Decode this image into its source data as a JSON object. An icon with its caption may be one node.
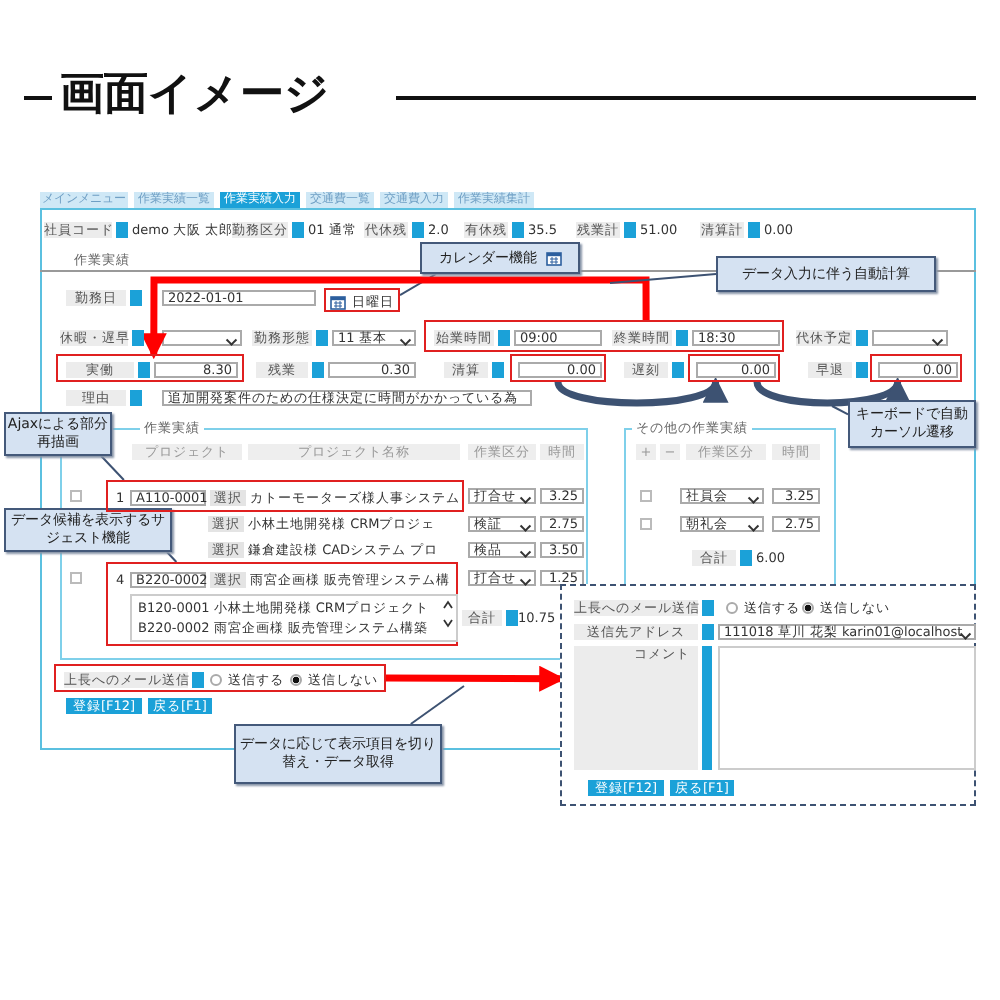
{
  "diagram": {
    "title": "画面イメージ",
    "nodes": [
      {
        "text": [
          "カレンダー機能"
        ]
      },
      {
        "text": [
          "日曜日"
        ]
      },
      {
        "text": [
          "データ入力に伴う自動計算"
        ]
      },
      {
        "text": [
          "始業時間",
          "09:00",
          "終業時間",
          "18:30"
        ]
      },
      {
        "text": [
          "実働",
          "8.30"
        ]
      },
      {
        "text": [
          "0.00"
        ]
      },
      {
        "text": [
          "0.00"
        ]
      },
      {
        "text": [
          "0.00"
        ]
      },
      {
        "text": [
          "キーボードで自動カーソル遷移"
        ]
      },
      {
        "text": [
          "Ajaxによる部分再描画"
        ]
      },
      {
        "text": [
          "1",
          "A110-0001",
          "選択",
          "カトーモーターズ様人事システム"
        ]
      },
      {
        "text": [
          "データ候補を表示するサジェスト機能"
        ]
      },
      {
        "text": [
          "4",
          "B220-0002",
          "選択",
          "雨宮企画様 販売管理システム構",
          "B120-0001 小林土地開発様 CRMプロジェクト",
          "B220-0002 雨宮企画様 販売管理システム構築"
        ]
      },
      {
        "text": [
          "上長へのメール送信",
          "送信する",
          "送信しない"
        ]
      },
      {
        "text": [
          "データに応じて表示項目を切り替え・データ取得"
        ]
      },
      {
        "text": [
          "上長へのメール送信",
          "送信する",
          "送信しない",
          "送信先アドレス",
          "111018 草川 花梨 karin01@localhost",
          "コメント",
          "登録[F12]",
          "戻る[F1]"
        ]
      },
      {
        "text": [],
        "shape": "box",
        "in": 15
      }
    ],
    "edges": [
      {
        "from": 0,
        "to": 1,
        "arrow": "none"
      },
      {
        "from": 3,
        "to": 4,
        "arrow": "to",
        "style": "thick",
        "color": "#ff0000"
      },
      {
        "from": 2,
        "to": null,
        "arrow": "none"
      },
      {
        "from": 5,
        "to": 6,
        "arrow": "to",
        "style": "thick"
      },
      {
        "from": 6,
        "to": 7,
        "arrow": "to",
        "style": "thick"
      },
      {
        "from": 8,
        "to": null,
        "arrow": "none"
      },
      {
        "from": 9,
        "to": 10,
        "arrow": "none"
      },
      {
        "from": 11,
        "to": 12,
        "arrow": "none"
      },
      {
        "from": 13,
        "to": 15,
        "arrow": "to",
        "style": "thick",
        "color": "#ff0000"
      },
      {
        "from": 14,
        "to": null,
        "arrow": "none"
      }
    ],
    "labels": [
      "メインメニュー",
      "作業実績一覧",
      "作業実績入力",
      "交通費一覧",
      "交通費入力",
      "作業実績集計",
      "社員コード",
      "demo 大阪 太郎",
      "勤務区分",
      "01 通常",
      "代休残",
      "2.0",
      "有休残",
      "35.5",
      "残業計",
      "51.00",
      "清算計",
      "0.00",
      "作業実績",
      "勤務日",
      "2022-01-01",
      "休暇・遅早",
      "勤務形態",
      "11 基本",
      "代休予定",
      "残業",
      "0.30",
      "清算",
      "遅刻",
      "早退",
      "理由",
      "追加開発案件のための仕様決定に時間がかかっている為",
      "作業実績",
      "プロジェクト",
      "プロジェクト名称",
      "作業区分",
      "時間",
      "打合せ",
      "3.25",
      "選択",
      "小林土地開発様 CRMプロジェ",
      "検証",
      "2.75",
      "選択",
      "鎌倉建設様 CADシステム プロ",
      "検品",
      "3.50",
      "打合せ",
      "1.25",
      "合計",
      "10.75",
      "その他の作業実績",
      "+",
      "−",
      "作業区分",
      "時間",
      "社員会",
      "3.25",
      "朝礼会",
      "2.75",
      "合計",
      "6.00",
      "登録[F12]",
      "戻る[F1]"
    ]
  }
}
